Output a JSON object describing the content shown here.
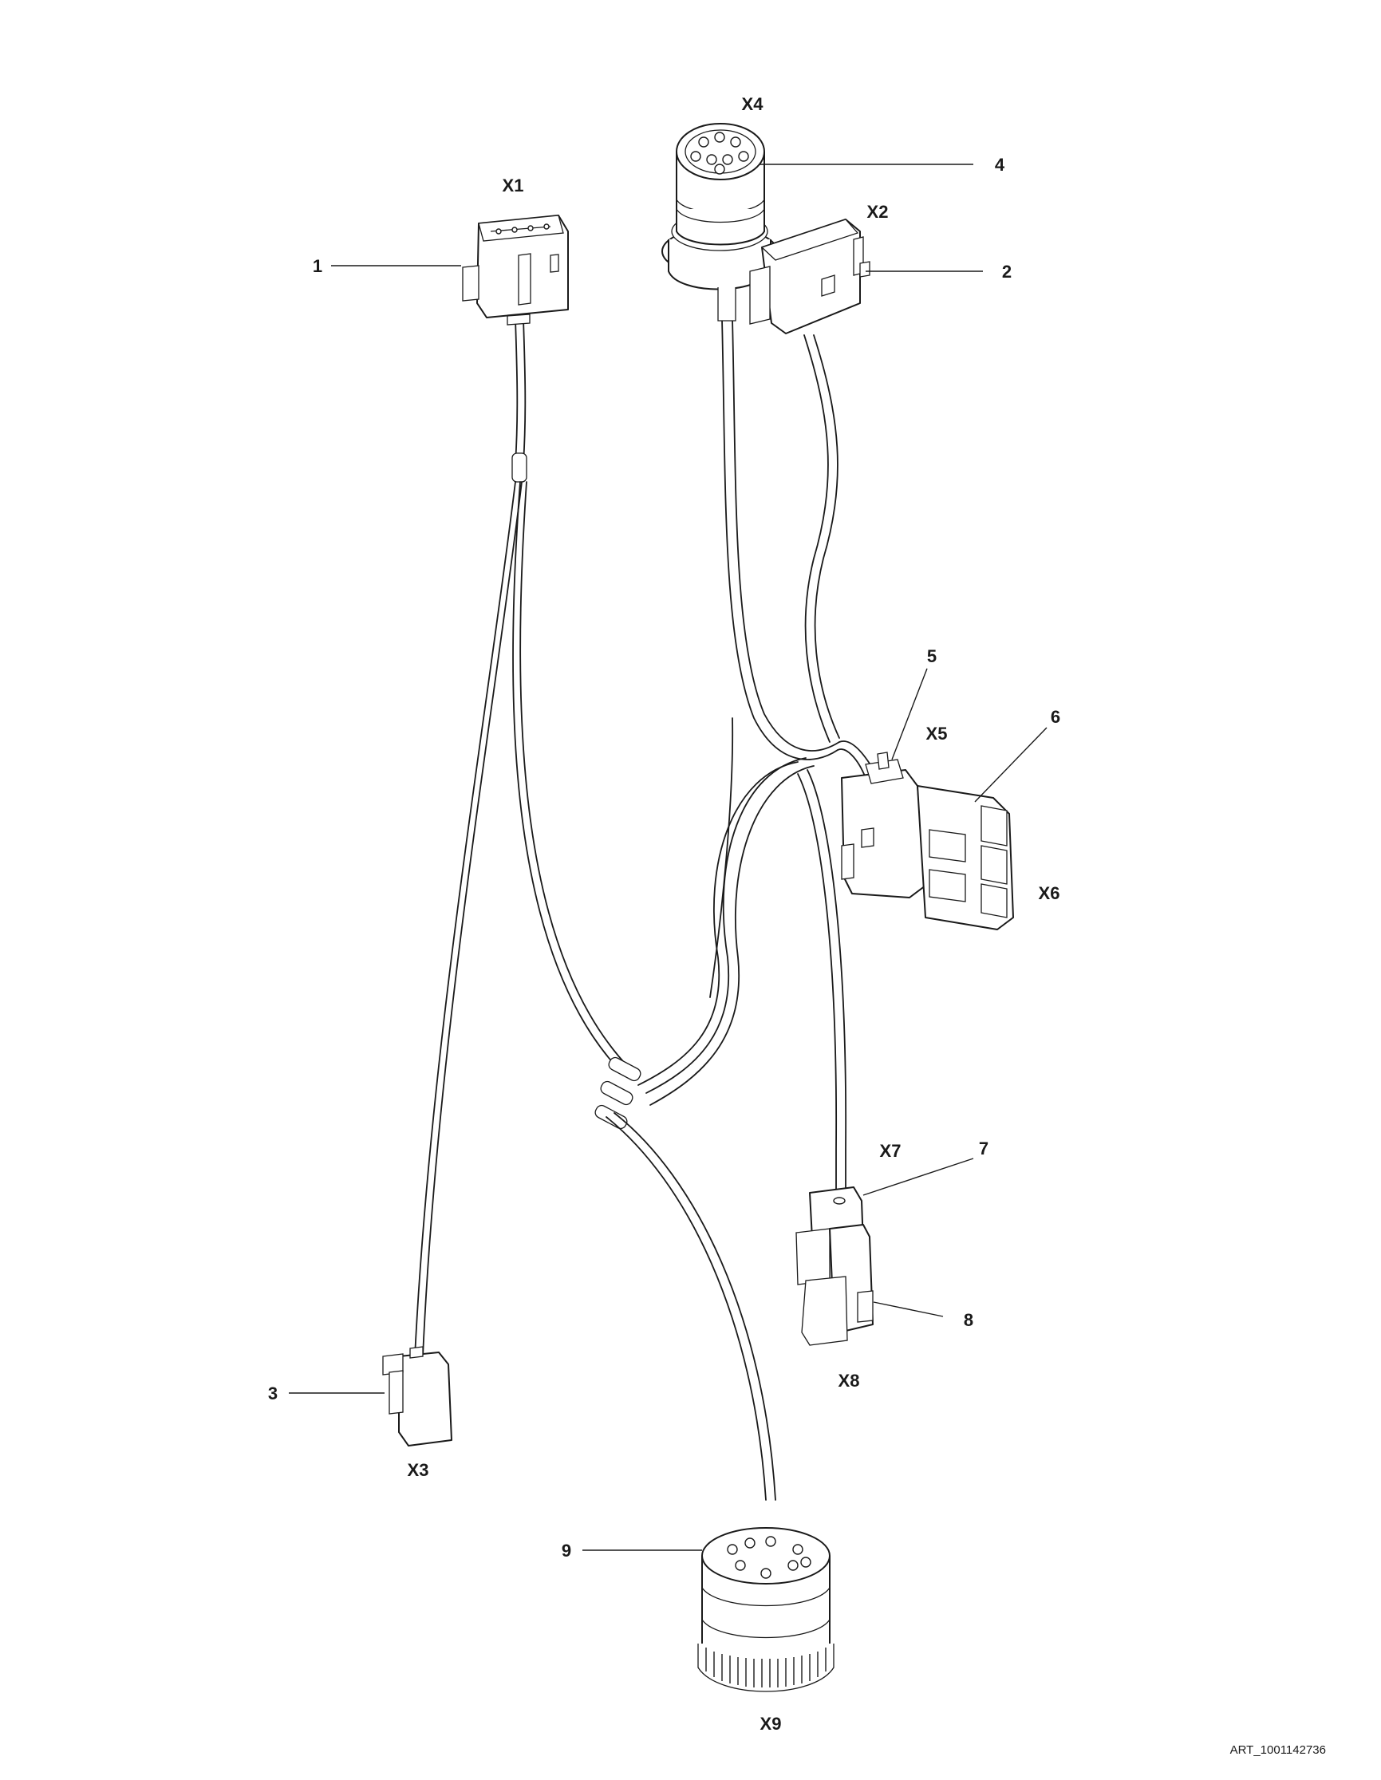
{
  "connectors": {
    "x1": "X1",
    "x2": "X2",
    "x3": "X3",
    "x4": "X4",
    "x5": "X5",
    "x6": "X6",
    "x7": "X7",
    "x8": "X8",
    "x9": "X9"
  },
  "callouts": {
    "c1": "1",
    "c2": "2",
    "c3": "3",
    "c4": "4",
    "c5": "5",
    "c6": "6",
    "c7": "7",
    "c8": "8",
    "c9": "9"
  },
  "art_number": "ART_1001142736",
  "colors": {
    "line": "#1a1a1a",
    "background": "#ffffff"
  }
}
